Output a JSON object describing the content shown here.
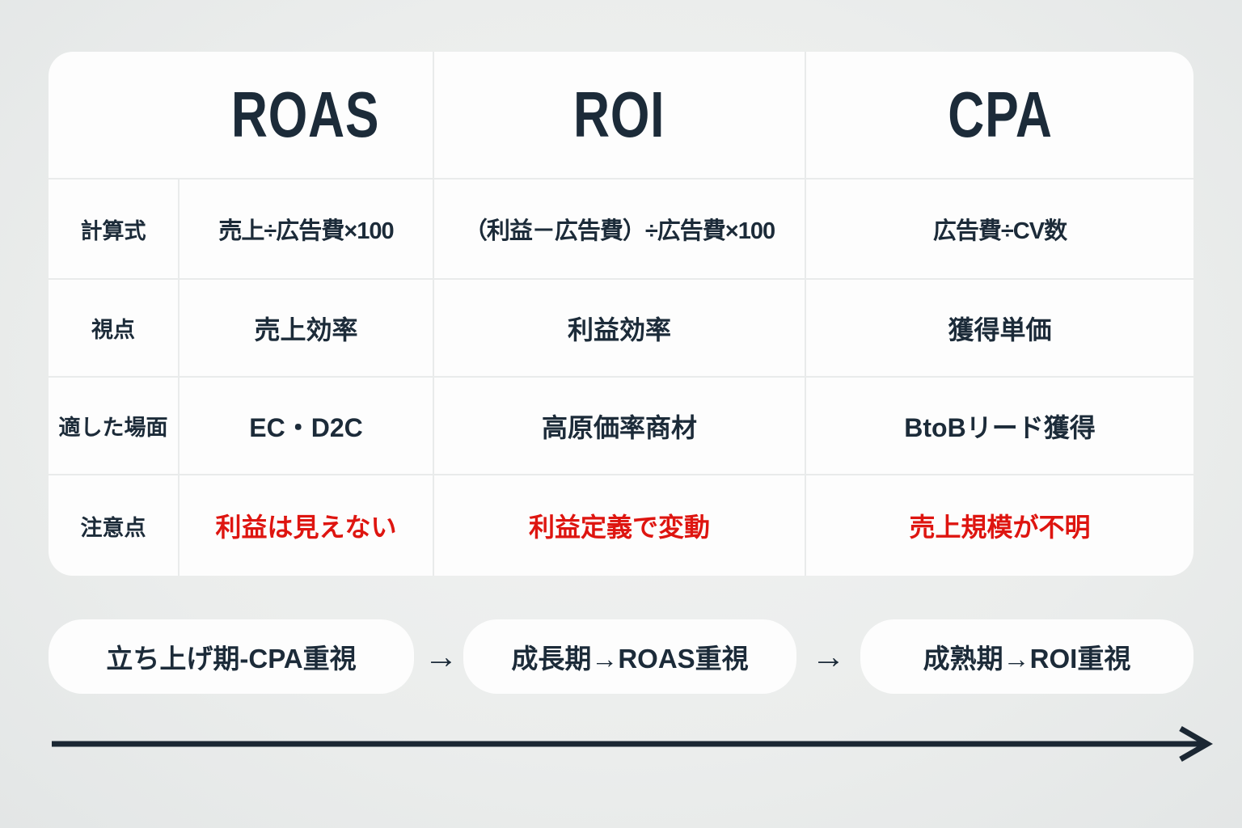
{
  "table": {
    "column_headers": [
      "ROAS",
      "ROI",
      "CPA"
    ],
    "rows": [
      {
        "label": "計算式",
        "values": [
          "売上÷広告費×100",
          "（利益－広告費）÷広告費×100",
          "広告費÷CV数"
        ],
        "emphasis": "normal"
      },
      {
        "label": "視点",
        "values": [
          "売上効率",
          "利益効率",
          "獲得単価"
        ],
        "emphasis": "normal"
      },
      {
        "label": "適した場面",
        "values": [
          "EC・D2C",
          "高原価率商材",
          "BtoBリード獲得"
        ],
        "emphasis": "normal"
      },
      {
        "label": "注意点",
        "values": [
          "利益は見えない",
          "利益定義で変動",
          "売上規模が不明"
        ],
        "emphasis": "red"
      }
    ]
  },
  "timeline": {
    "phases": [
      "立ち上げ期-CPA重視",
      "成長期→ROAS重視",
      "成熟期→ROI重視"
    ],
    "connector_arrow": "→"
  },
  "colors": {
    "page_background": "#ebedec",
    "card_background": "#fdfdfd",
    "text_navy": "#1c2b39",
    "caution_red": "#de1510",
    "gridline": "#e9ebeb"
  },
  "icons": {
    "flow_arrow": "right-arrow",
    "axis_arrow": "long-right-arrow"
  }
}
